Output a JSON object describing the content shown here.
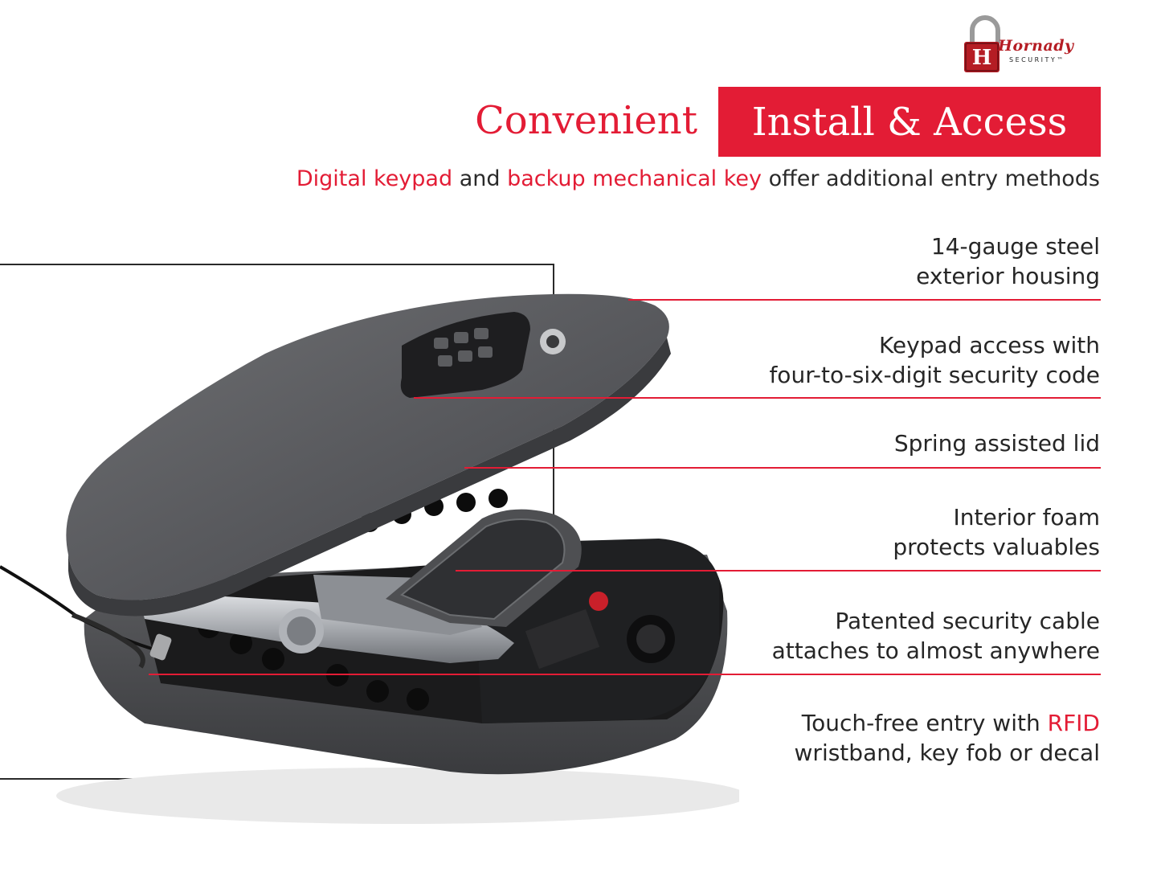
{
  "brand": {
    "name": "Hornady",
    "sub": "SECURITY",
    "trademark": "™",
    "accent": "#e31c35"
  },
  "headline": {
    "left": "Convenient",
    "right": "Install & Access"
  },
  "subhead": {
    "part1": "Digital keypad",
    "part2": " and ",
    "part3": "backup mechanical key",
    "part4": " offer additional entry methods"
  },
  "features": [
    {
      "line1": "14-gauge steel",
      "line2": "exterior housing"
    },
    {
      "line1": "Keypad access with",
      "line2": "four-to-six-digit security code"
    },
    {
      "line1": "Spring assisted lid"
    },
    {
      "line1": "Interior foam",
      "line2": "protects valuables"
    },
    {
      "line1": "Patented security cable",
      "line2": "attaches to almost anywhere"
    },
    {
      "line1_a": "Touch-free entry with ",
      "line1_b": "RFID",
      "line2": "wristband, key fob or decal"
    }
  ],
  "colors": {
    "safe_body": "#5a5b5d",
    "safe_dark": "#2e2f31",
    "foam": "#1a1a1a",
    "accent": "#e31c35"
  }
}
